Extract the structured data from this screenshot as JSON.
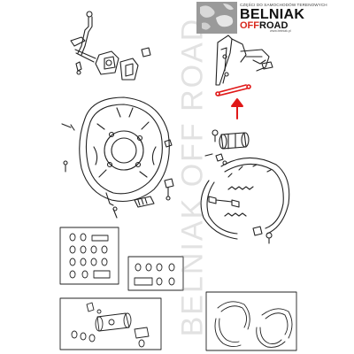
{
  "brand": {
    "tagline": "CZĘŚCI DO SAMOCHODÓW TERENOWYCH",
    "name": "BELNIAK",
    "sub_off": "OFF",
    "sub_road": "ROAD",
    "url": "www.belniak.pl"
  },
  "watermark": "BELNIAK OFF ROAD",
  "colors": {
    "line": "#222222",
    "highlight": "#e01818",
    "watermark": "#969696"
  },
  "callout": {
    "highlighted_part": "parking-brake-strut",
    "arrow": "up"
  }
}
